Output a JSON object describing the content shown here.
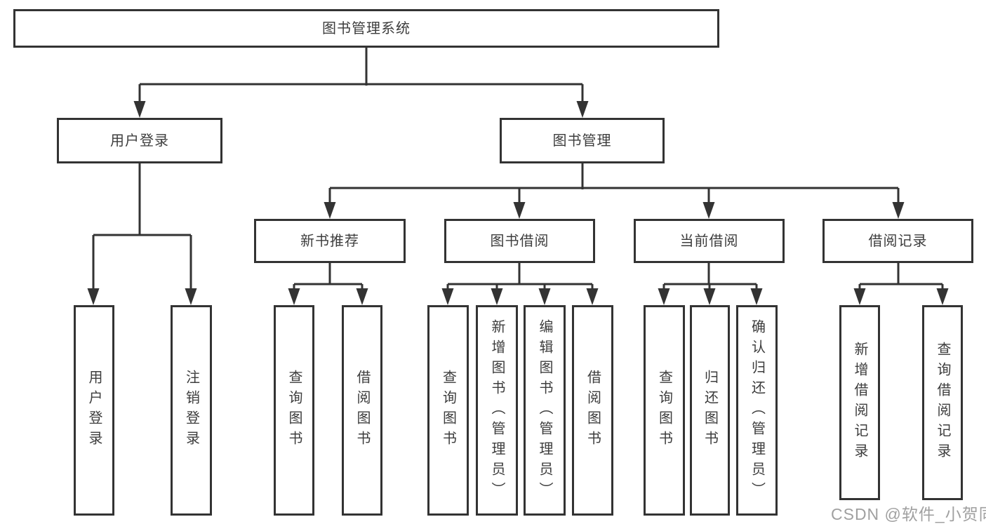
{
  "diagram": {
    "root": {
      "label": "图书管理系统"
    },
    "level2": [
      {
        "label": "用户登录"
      },
      {
        "label": "图书管理"
      }
    ],
    "level3": [
      {
        "label": "新书推荐"
      },
      {
        "label": "图书借阅"
      },
      {
        "label": "当前借阅"
      },
      {
        "label": "借阅记录"
      }
    ],
    "leaves": {
      "user_login": [
        "用户登录",
        "注销登录"
      ],
      "new_book": [
        "查询图书",
        "借阅图书"
      ],
      "book_borrow": [
        "查询图书",
        "新增图书（管理员）",
        "编辑图书（管理员）",
        "借阅图书"
      ],
      "current_borrow": [
        "查询图书",
        "归还图书",
        "确认归还（管理员）"
      ],
      "borrow_record": [
        "新增借阅记录",
        "查询借阅记录"
      ]
    }
  },
  "watermark": {
    "text": "CSDN @软件_小贺同学"
  },
  "colors": {
    "line": "#333333",
    "box_border": "#333333",
    "text": "#3d3d3d",
    "watermark": "#a0a0a0",
    "background": "#ffffff"
  }
}
